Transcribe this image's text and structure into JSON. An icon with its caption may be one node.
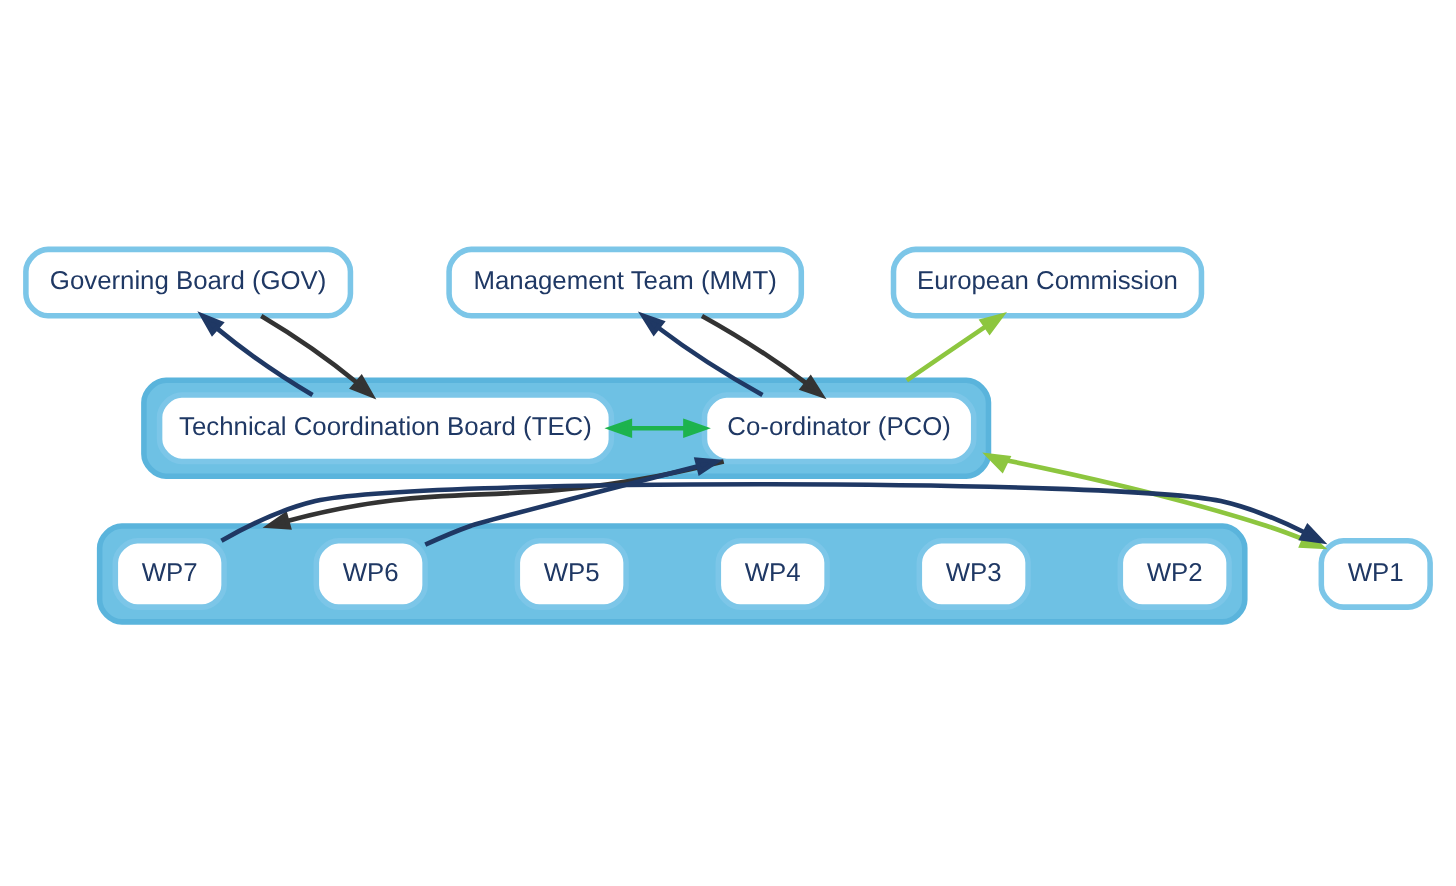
{
  "diagram": {
    "nodes": [
      {
        "text": [
          "Governing Board (GOV)"
        ]
      },
      {
        "text": [
          "Management Team (MMT)"
        ]
      },
      {
        "text": [
          "European Commission"
        ]
      },
      {
        "text": [],
        "shape": "box"
      },
      {
        "text": [
          "Technical Coordination Board (TEC)"
        ],
        "in": 3
      },
      {
        "text": [
          "Co-ordinator (PCO)"
        ],
        "in": 3
      },
      {
        "text": [],
        "shape": "box"
      },
      {
        "text": [
          "WP2"
        ],
        "in": 6
      },
      {
        "text": [
          "WP3"
        ],
        "in": 6
      },
      {
        "text": [
          "WP4"
        ],
        "in": 6
      },
      {
        "text": [
          "WP5"
        ],
        "in": 6
      },
      {
        "text": [
          "WP6"
        ],
        "in": 6
      },
      {
        "text": [
          "WP7"
        ],
        "in": 6
      },
      {
        "text": [
          "WP1"
        ]
      }
    ],
    "edges": [
      {
        "from": 0,
        "to": 4,
        "arrow": "to",
        "color": "#333333"
      },
      {
        "from": 4,
        "to": 0,
        "arrow": "to",
        "color": "#1f3864"
      },
      {
        "from": 5,
        "to": 1,
        "arrow": "to",
        "color": "#1f3864"
      },
      {
        "from": 1,
        "to": 5,
        "arrow": "to",
        "color": "#333333"
      },
      {
        "from": 3,
        "to": 2,
        "arrow": "to",
        "color": "#8dc63f"
      },
      {
        "from": 4,
        "to": 5,
        "arrow": "both",
        "color": "#1db34d"
      },
      {
        "from": 3,
        "to": 13,
        "arrow": "both",
        "color": "#8dc63f"
      },
      {
        "from": 5,
        "to": 6,
        "arrow": "to",
        "color": "#333333"
      },
      {
        "from": 11,
        "to": 5,
        "arrow": "to",
        "color": "#1f3864"
      },
      {
        "from": 12,
        "to": 13,
        "arrow": "to",
        "color": "#1f3864"
      }
    ]
  }
}
